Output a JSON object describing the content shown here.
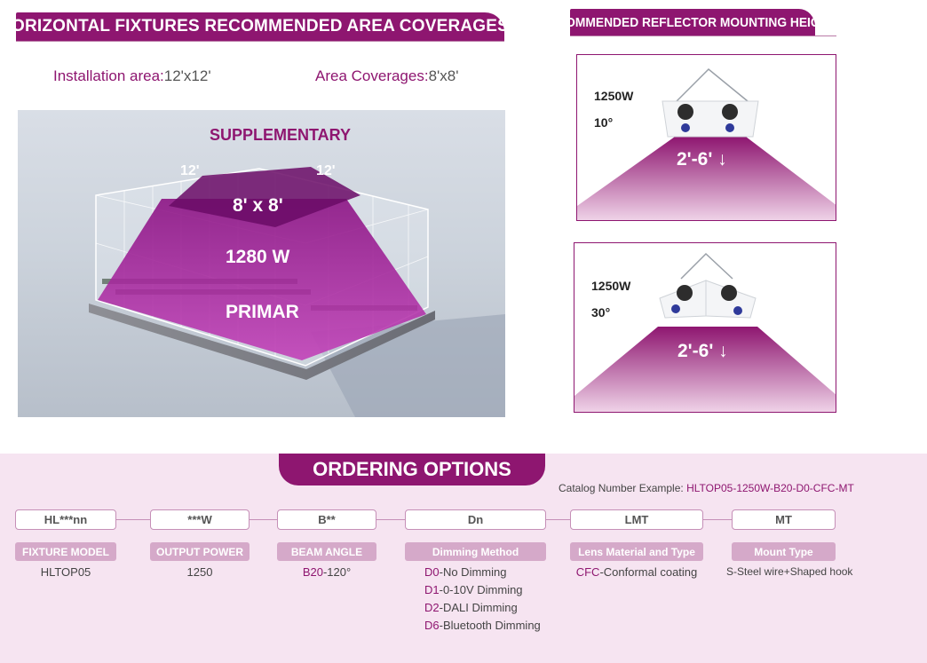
{
  "coverage": {
    "title": "ORIZONTAL FIXTURES RECOMMENDED AREA COVERAGES",
    "installation_label": "Installation area:",
    "installation_value": "12'x12'",
    "coverage_label": "Area Coverages:",
    "coverage_value": "8'x8'",
    "scene": {
      "supplementary": "SUPPLEMENTARY",
      "dim_left": "12'",
      "dim_right": "12'",
      "area": "8' x 8'",
      "wattage": "1280 W",
      "primary": "PRIMAR"
    }
  },
  "mounting": {
    "title": "ECOMMENDED REFLECTOR MOUNTING HEIGHT",
    "panels": [
      {
        "watt": "1250W",
        "angle": "10°",
        "height": "2'-6' ↓"
      },
      {
        "watt": "1250W",
        "angle": "30°",
        "height": "2'-6' ↓"
      }
    ]
  },
  "ordering": {
    "title": "ORDERING OPTIONS",
    "catalog_label": "Catalog Number Example:",
    "catalog_value": "HLTOP05-1250W-B20-D0-CFC-MT",
    "columns": [
      {
        "code": "HL***nn",
        "label": "FIXTURE MODEL",
        "value": "HLTOP05"
      },
      {
        "code": "***W",
        "label": "OUTPUT POWER",
        "value": "1250"
      },
      {
        "code": "B**",
        "label": "BEAM ANGLE",
        "value_code": "B20",
        "value_text": "-120°"
      },
      {
        "code": "Dn",
        "label": "Dimming Method",
        "options": [
          {
            "code": "D0",
            "text": "-No Dimming"
          },
          {
            "code": "D1",
            "text": "-0-10V Dimming"
          },
          {
            "code": "D2",
            "text": "-DALI Dimming"
          },
          {
            "code": "D6",
            "text": "-Bluetooth Dimming"
          }
        ]
      },
      {
        "code": "LMT",
        "label": "Lens Material and Type",
        "value_code": "CFC",
        "value_text": "-Conformal coating"
      },
      {
        "code": "MT",
        "label": "Mount Type",
        "value": "S-Steel wire+Shaped hook"
      }
    ]
  },
  "colors": {
    "accent": "#8e1670",
    "light_pink": "#f6e4f1",
    "tag": "#d5a9c9"
  }
}
